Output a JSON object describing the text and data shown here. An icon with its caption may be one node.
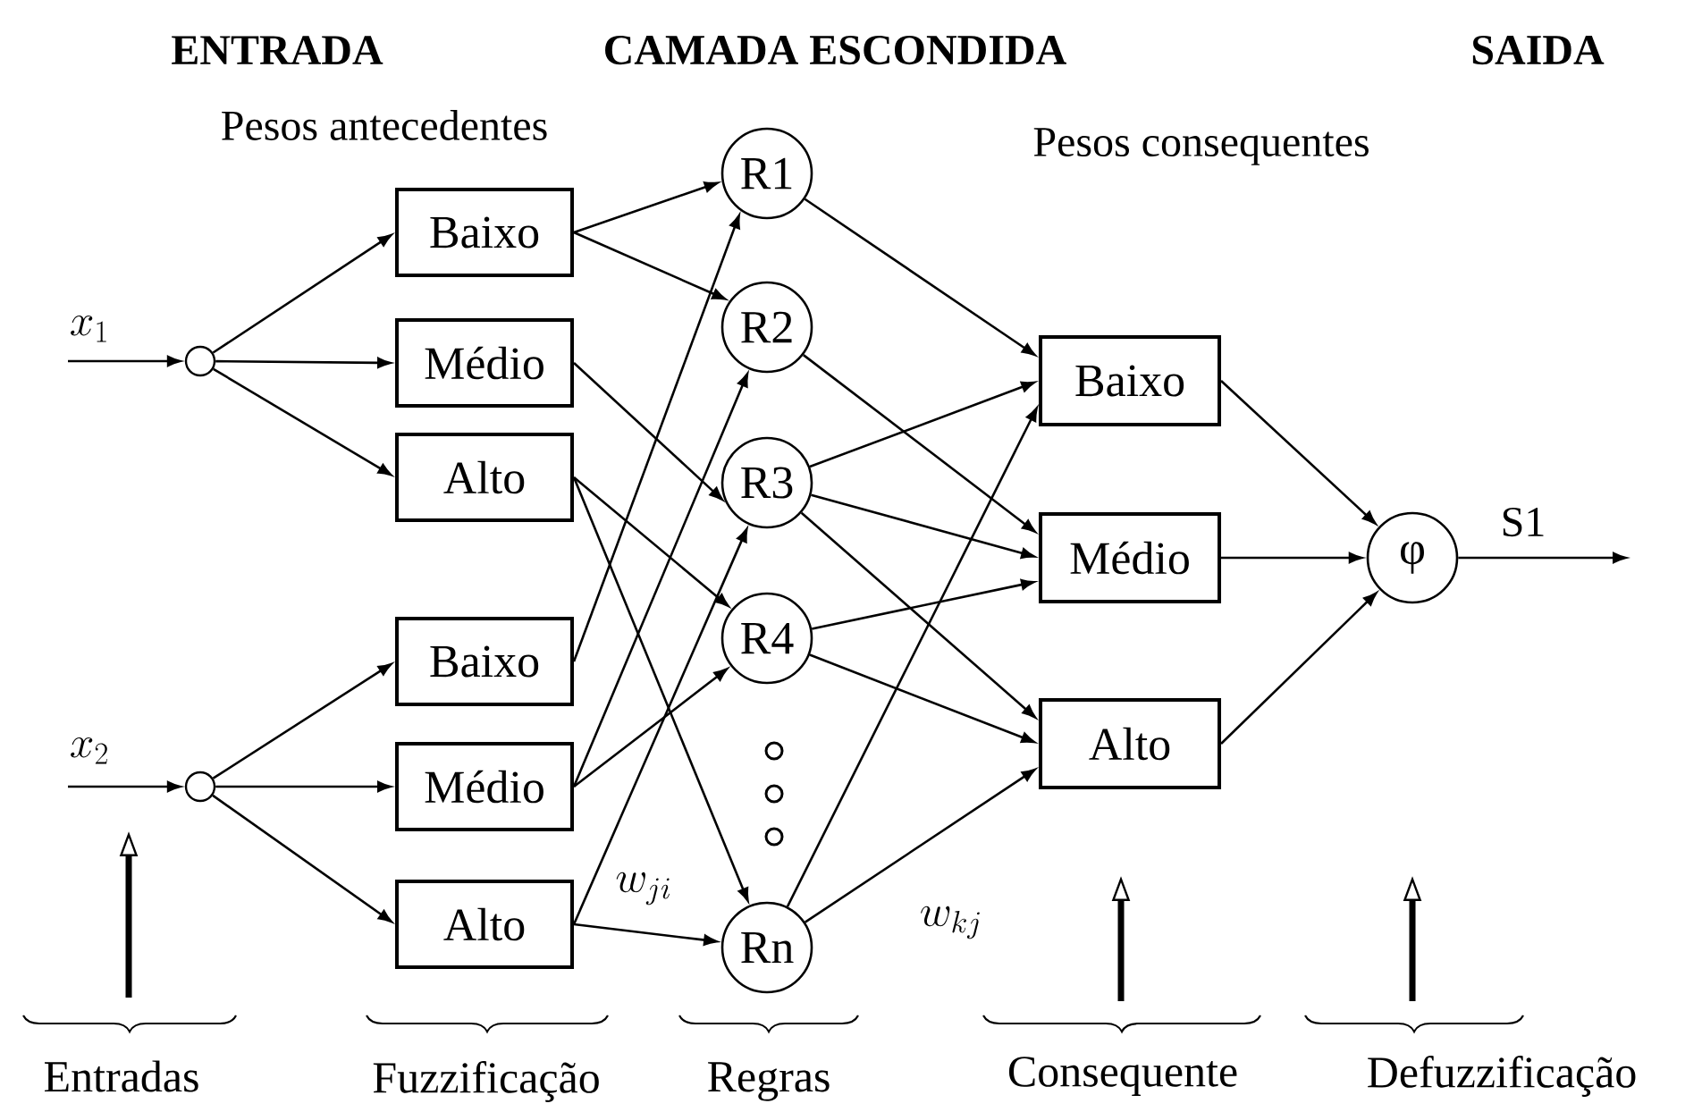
{
  "diagram": {
    "nodes": [
      {
        "text": [],
        "shape": "circle"
      },
      {
        "text": [],
        "shape": "circle"
      },
      {
        "text": [
          "Baixo"
        ]
      },
      {
        "text": [
          "Médio"
        ]
      },
      {
        "text": [
          "Alto"
        ]
      },
      {
        "text": [
          "Baixo"
        ]
      },
      {
        "text": [
          "Médio"
        ]
      },
      {
        "text": [
          "Alto"
        ]
      },
      {
        "text": [
          "R1"
        ]
      },
      {
        "text": [
          "R2"
        ]
      },
      {
        "text": [
          "R3"
        ]
      },
      {
        "text": [
          "R4"
        ]
      },
      {
        "text": [
          "Rn"
        ]
      },
      {
        "text": [
          "Baixo"
        ]
      },
      {
        "text": [
          "Médio"
        ]
      },
      {
        "text": [
          "Alto"
        ]
      },
      {
        "text": [
          "φ"
        ]
      }
    ],
    "edges": [
      {
        "from": null,
        "to": 0,
        "arrow": "to",
        "label": "x_{1}"
      },
      {
        "from": null,
        "to": 1,
        "arrow": "to",
        "label": "x_{2}"
      },
      {
        "from": 0,
        "to": 2,
        "arrow": "to"
      },
      {
        "from": 0,
        "to": 3,
        "arrow": "to"
      },
      {
        "from": 0,
        "to": 4,
        "arrow": "to"
      },
      {
        "from": 1,
        "to": 5,
        "arrow": "to"
      },
      {
        "from": 1,
        "to": 6,
        "arrow": "to"
      },
      {
        "from": 1,
        "to": 7,
        "arrow": "to"
      },
      {
        "from": 2,
        "to": 8,
        "arrow": "to"
      },
      {
        "from": 2,
        "to": 9,
        "arrow": "to"
      },
      {
        "from": 3,
        "to": 10,
        "arrow": "to"
      },
      {
        "from": 4,
        "to": 11,
        "arrow": "to"
      },
      {
        "from": 4,
        "to": 12,
        "arrow": "to"
      },
      {
        "from": 5,
        "to": 8,
        "arrow": "to"
      },
      {
        "from": 6,
        "to": 9,
        "arrow": "to"
      },
      {
        "from": 6,
        "to": 11,
        "arrow": "to"
      },
      {
        "from": 7,
        "to": 10,
        "arrow": "to"
      },
      {
        "from": 7,
        "to": 12,
        "arrow": "to"
      },
      {
        "from": 8,
        "to": 13,
        "arrow": "to"
      },
      {
        "from": 9,
        "to": 14,
        "arrow": "to"
      },
      {
        "from": 10,
        "to": 13,
        "arrow": "to"
      },
      {
        "from": 10,
        "to": 14,
        "arrow": "to"
      },
      {
        "from": 10,
        "to": 15,
        "arrow": "to"
      },
      {
        "from": 11,
        "to": 14,
        "arrow": "to"
      },
      {
        "from": 11,
        "to": 15,
        "arrow": "to"
      },
      {
        "from": 12,
        "to": 13,
        "arrow": "to"
      },
      {
        "from": 12,
        "to": 15,
        "arrow": "to"
      },
      {
        "from": 13,
        "to": 16,
        "arrow": "to"
      },
      {
        "from": 14,
        "to": 16,
        "arrow": "to"
      },
      {
        "from": 15,
        "to": 16,
        "arrow": "to"
      },
      {
        "from": 16,
        "to": null,
        "arrow": "to",
        "label": "S1"
      }
    ],
    "labels": [
      "ENTRADA",
      "CAMADA ESCONDIDA",
      "SAIDA",
      "Pesos antecedentes",
      "Pesos consequentes",
      "w_{j i}",
      "w_{k j}",
      "Entradas",
      "Fuzzificação",
      "Regras",
      "Consequente",
      "Defuzzificação"
    ]
  }
}
